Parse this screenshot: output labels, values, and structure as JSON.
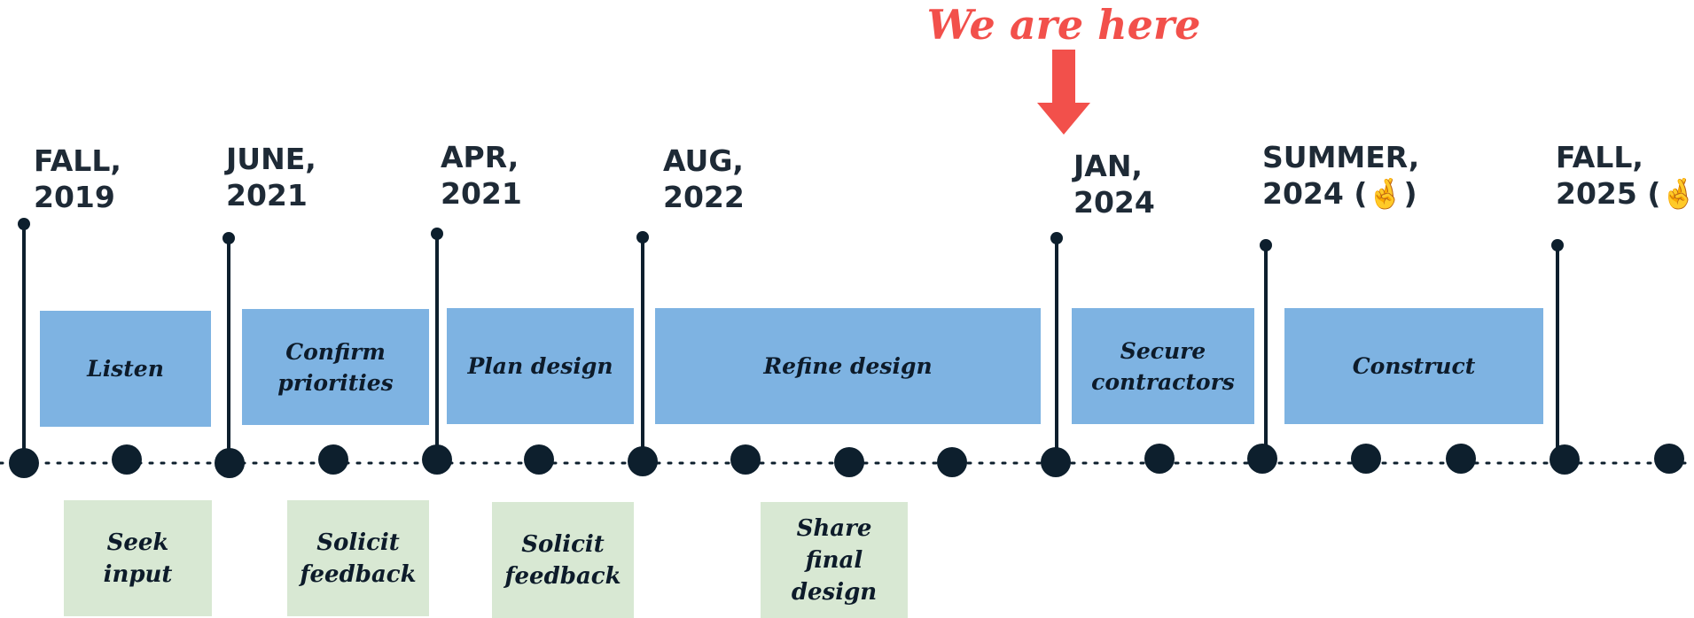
{
  "marker": {
    "label": "We are here",
    "color": "#f2504b"
  },
  "milestones": [
    {
      "line1": "FALL,",
      "line2": "2019"
    },
    {
      "line1": "JUNE,",
      "line2": "2021"
    },
    {
      "line1": "APR,",
      "line2": "2021"
    },
    {
      "line1": "AUG,",
      "line2": "2022"
    },
    {
      "line1": "JAN,",
      "line2": "2024"
    },
    {
      "line1": "SUMMER,",
      "line2": "2024 (🤞)"
    },
    {
      "line1": "FALL,",
      "line2": "2025 (🤞)"
    }
  ],
  "phases": [
    {
      "label": "Listen"
    },
    {
      "label": "Confirm priorities"
    },
    {
      "label": "Plan design"
    },
    {
      "label": "Refine design"
    },
    {
      "label": "Secure contractors"
    },
    {
      "label": "Construct"
    }
  ],
  "tasks": [
    {
      "label": "Seek input"
    },
    {
      "label": "Solicit feedback"
    },
    {
      "label": "Solicit feedback"
    },
    {
      "label": "Share final design"
    }
  ],
  "colors": {
    "phase": "#7eb3e2",
    "task": "#d8e8d3",
    "line": "#0d1f2d"
  }
}
